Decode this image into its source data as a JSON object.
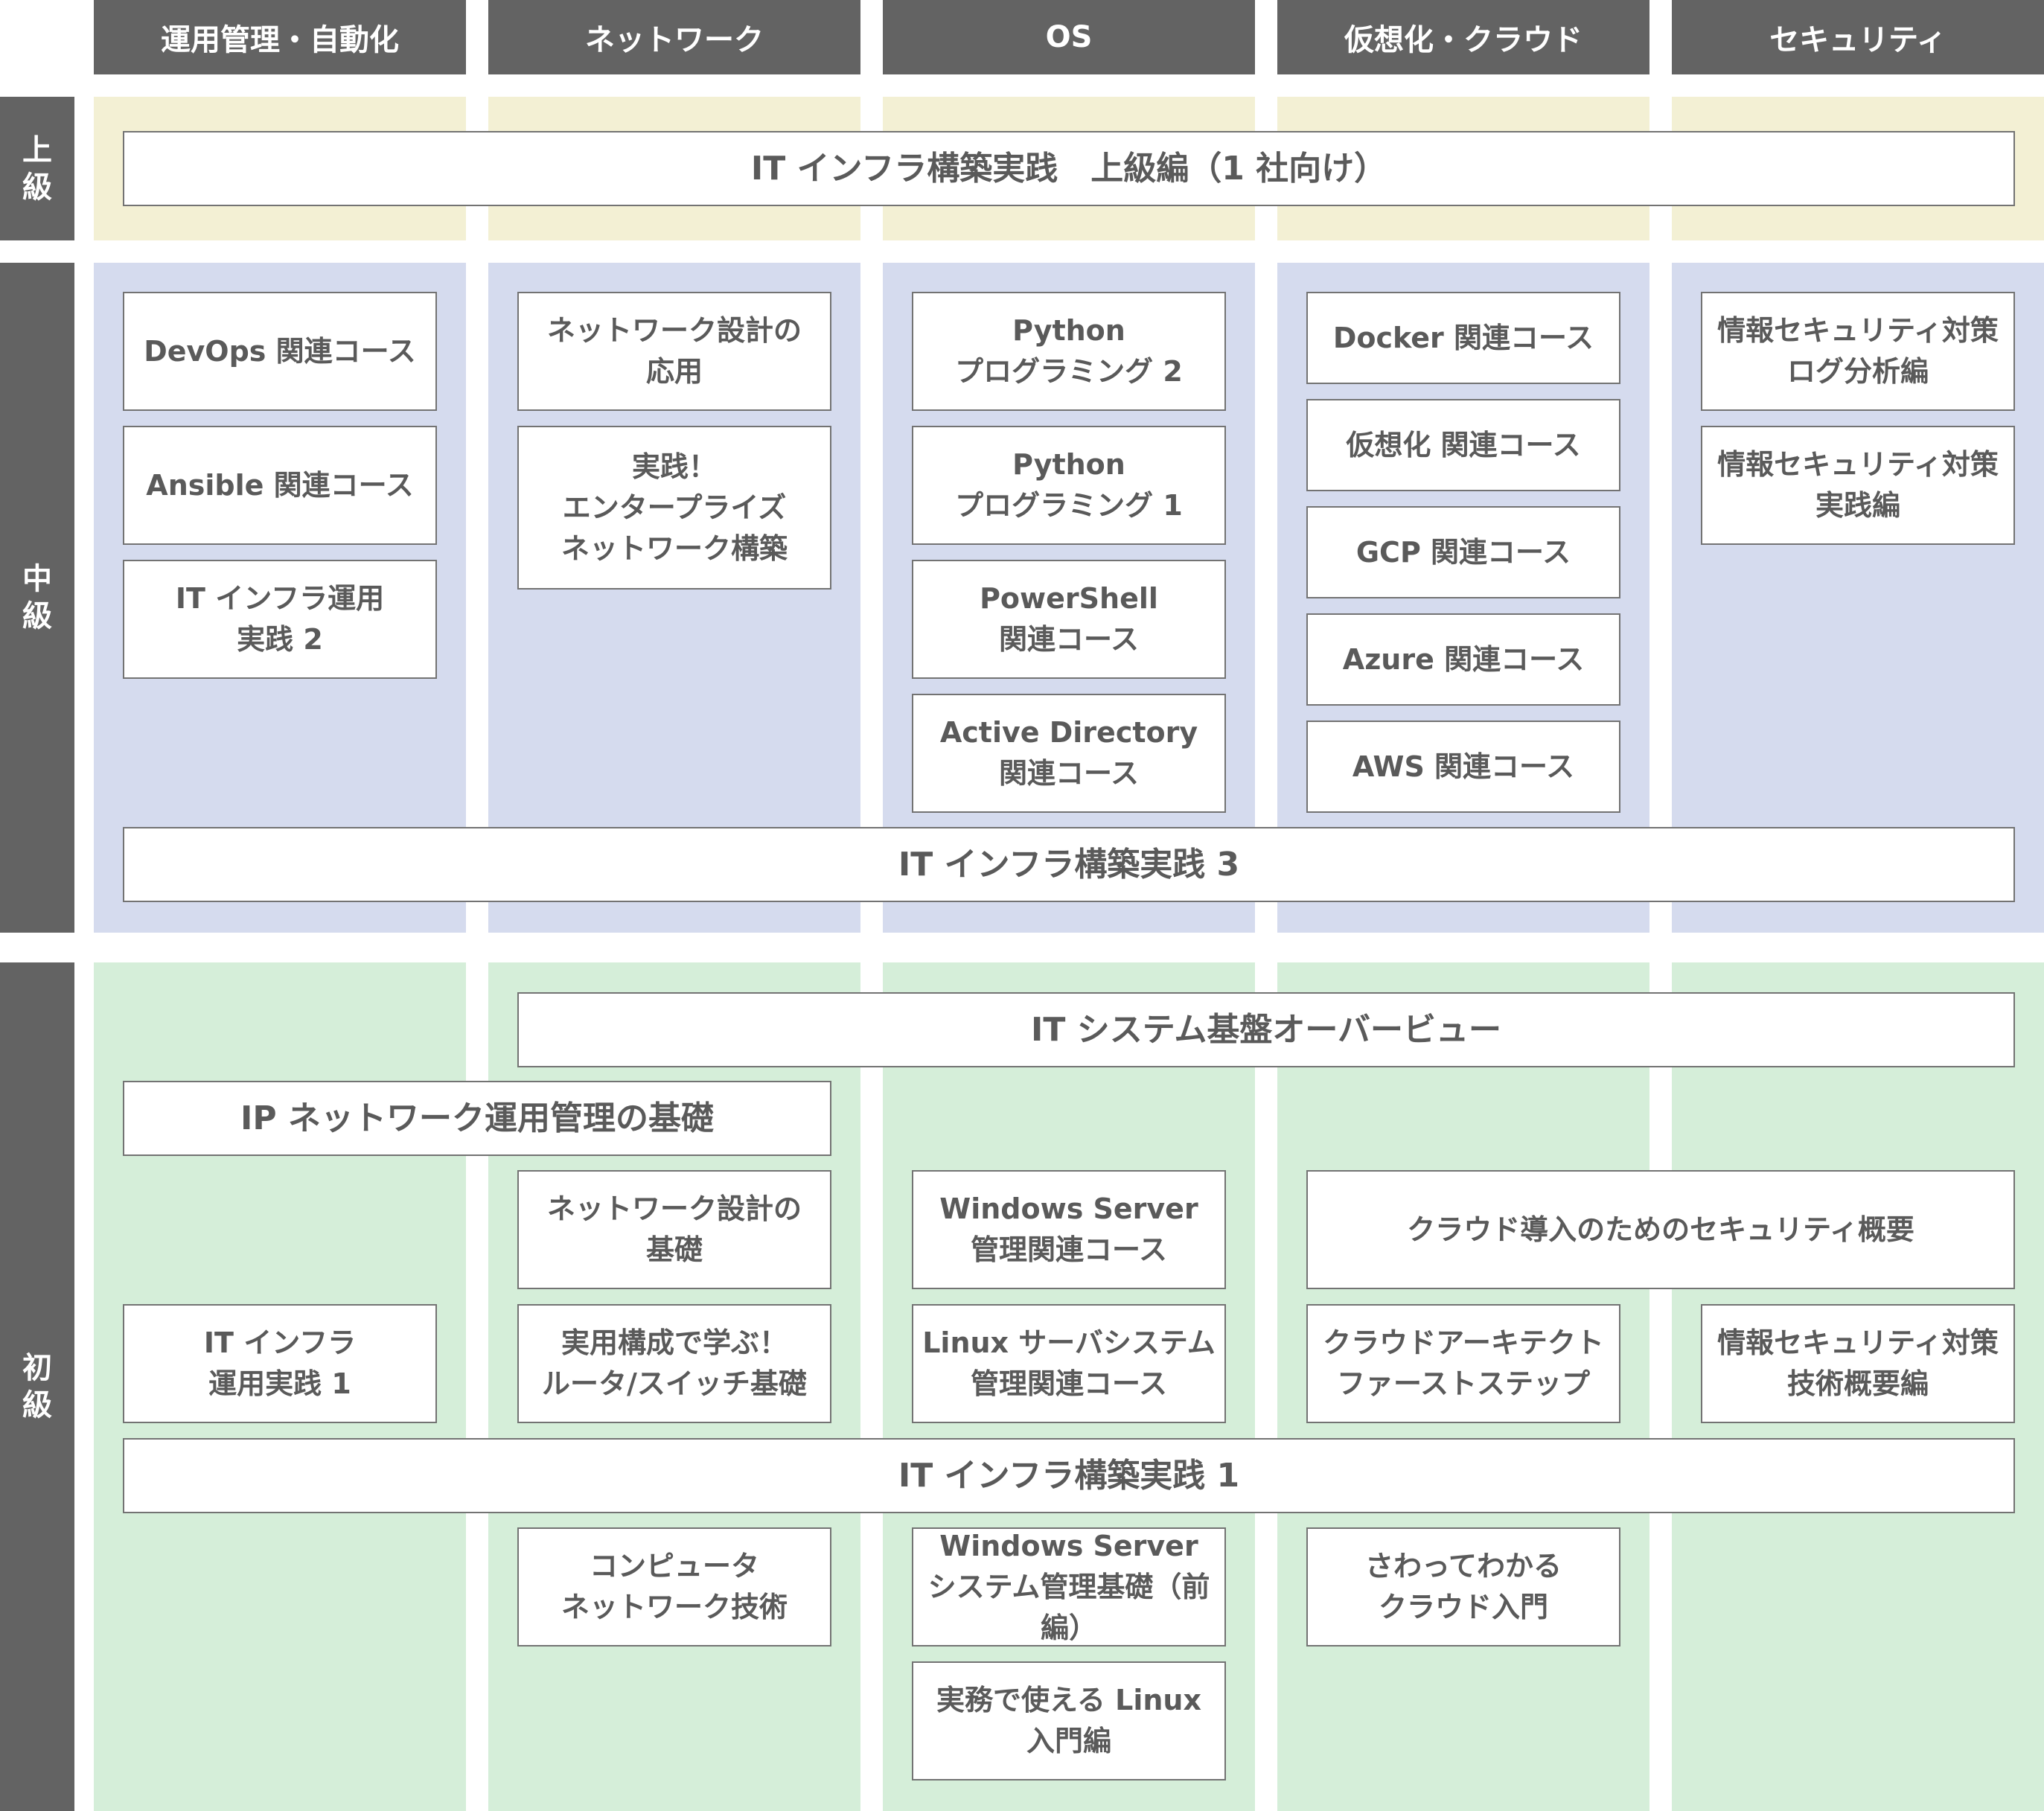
{
  "columns": [
    "運用管理・自動化",
    "ネットワーク",
    "OS",
    "仮想化・クラウド",
    "セキュリティ"
  ],
  "levels": [
    "上級",
    "中級",
    "初級"
  ],
  "colors": {
    "header": "#636363",
    "advanced_bg": "#f3f0d4",
    "intermediate_bg": "#d5dbee",
    "beginner_bg": "#d5eed9",
    "box_border": "#737373"
  },
  "advanced": {
    "it_infra_advanced": "IT インフラ構築実践　上級編（1 社向け）"
  },
  "intermediate": {
    "ops": [
      "DevOps 関連コース",
      "Ansible 関連コース",
      "IT インフラ運用\n実践 2"
    ],
    "network": [
      "ネットワーク設計の\n応用",
      "実践！\nエンタープライズ\nネットワーク構築"
    ],
    "os": [
      "Python\nプログラミング 2",
      "Python\nプログラミング 1",
      "PowerShell\n関連コース",
      "Active Directory\n関連コース"
    ],
    "cloud": [
      "Docker 関連コース",
      "仮想化 関連コース",
      "GCP 関連コース",
      "Azure 関連コース",
      "AWS 関連コース"
    ],
    "security": [
      "情報セキュリティ対策\nログ分析編",
      "情報セキュリティ対策\n実践編"
    ],
    "it_infra_3": "IT インフラ構築実践 3"
  },
  "beginner": {
    "it_system_overview": "IT システム基盤オーバービュー",
    "ip_network_basics": "IP ネットワーク運用管理の基礎",
    "network_design_basics": "ネットワーク設計の\n基礎",
    "windows_server_mgmt": "Windows Server\n管理関連コース",
    "cloud_security": "クラウド導入のためのセキュリティ概要",
    "it_infra_ops_1": "IT インフラ\n運用実践 1",
    "router_switch": "実用構成で学ぶ！\nルータ/スイッチ基礎",
    "linux_server": "Linux サーバシステム\n管理関連コース",
    "cloud_architect": "クラウドアーキテクト\nファーストステップ",
    "security_overview": "情報セキュリティ対策\n技術概要編",
    "it_infra_1": "IT インフラ構築実践 1",
    "computer_network": "コンピュータ\nネットワーク技術",
    "windows_server_basics": "Windows Server\nシステム管理基礎（前編）",
    "cloud_intro": "さわってわかる\nクラウド入門",
    "linux_intro": "実務で使える Linux\n入門編"
  }
}
